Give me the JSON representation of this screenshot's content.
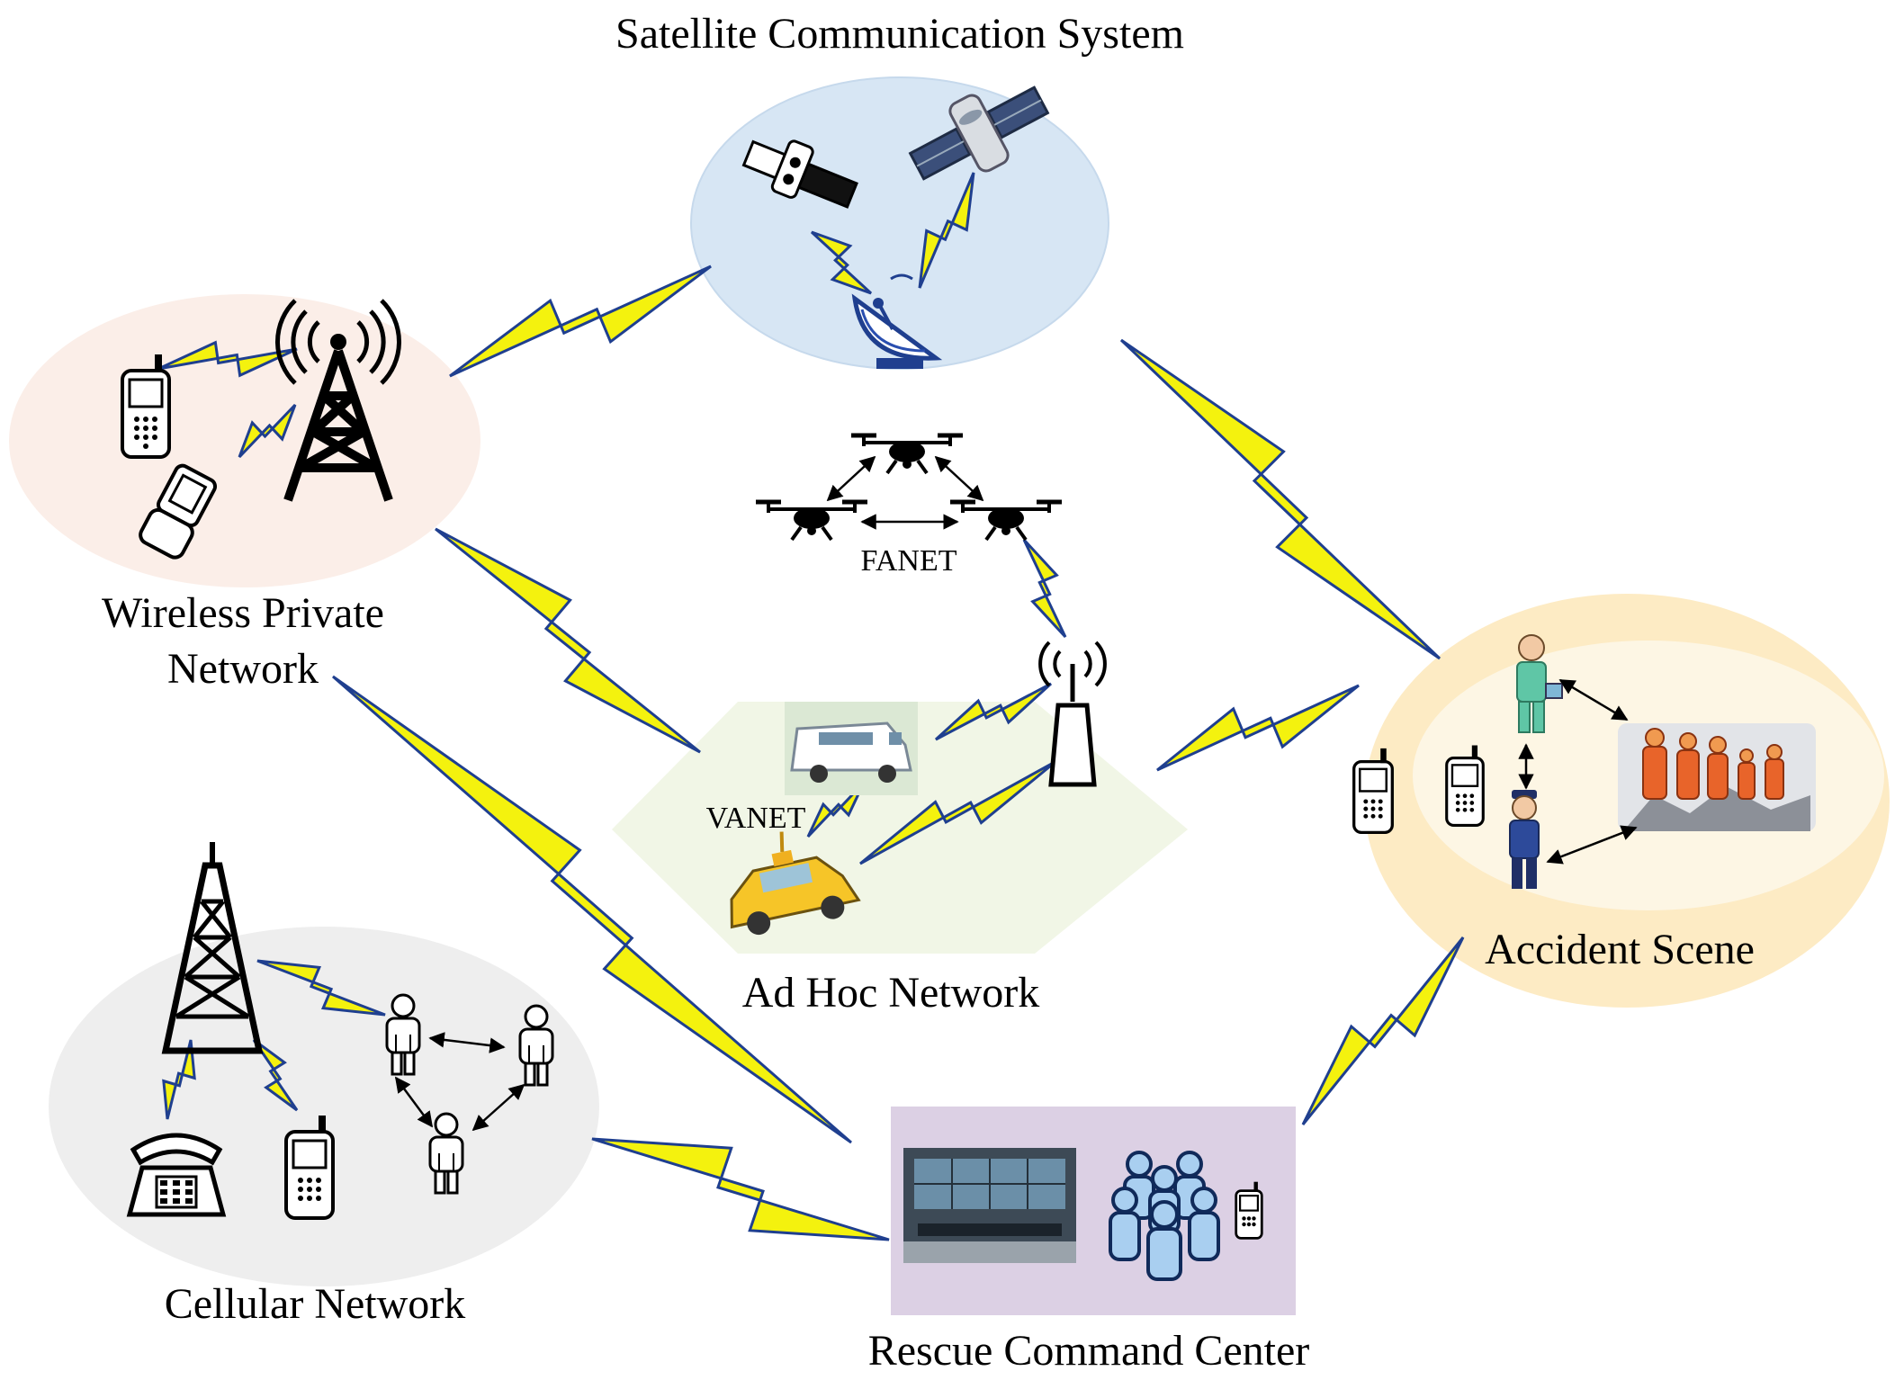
{
  "labels": {
    "satellite": "Satellite Communication System",
    "wireless_line1": "Wireless Private",
    "wireless_line2": "Network",
    "fanet": "FANET",
    "vanet": "VANET",
    "adhoc": "Ad Hoc Network",
    "accident": "Accident Scene",
    "cellular": "Cellular Network",
    "rescue": "Rescue Command Center"
  },
  "colors": {
    "satellite_region": "#d7e6f4",
    "wireless_region": "#fbeee8",
    "adhoc_region": "#f1f6e6",
    "accident_outer": "#fdebc4",
    "accident_inner": "#fdf6e4",
    "cellular_region": "#eeeeee",
    "rescue_region": "#dcd0e4",
    "bolt_fill": "#f4f20e",
    "bolt_edge": "#1f3f8f"
  },
  "icons": [
    "satellite-icon",
    "satellite-dish-icon",
    "radio-tower-icon",
    "mobile-phone-icon",
    "flip-phone-icon",
    "drone-icon",
    "antenna-icon",
    "van-icon",
    "taxi-icon",
    "cell-tower-icon",
    "telephone-icon",
    "person-icon",
    "control-room-icon",
    "people-group-icon",
    "medic-icon",
    "police-icon",
    "firefighters-icon",
    "lightning-link-icon"
  ]
}
